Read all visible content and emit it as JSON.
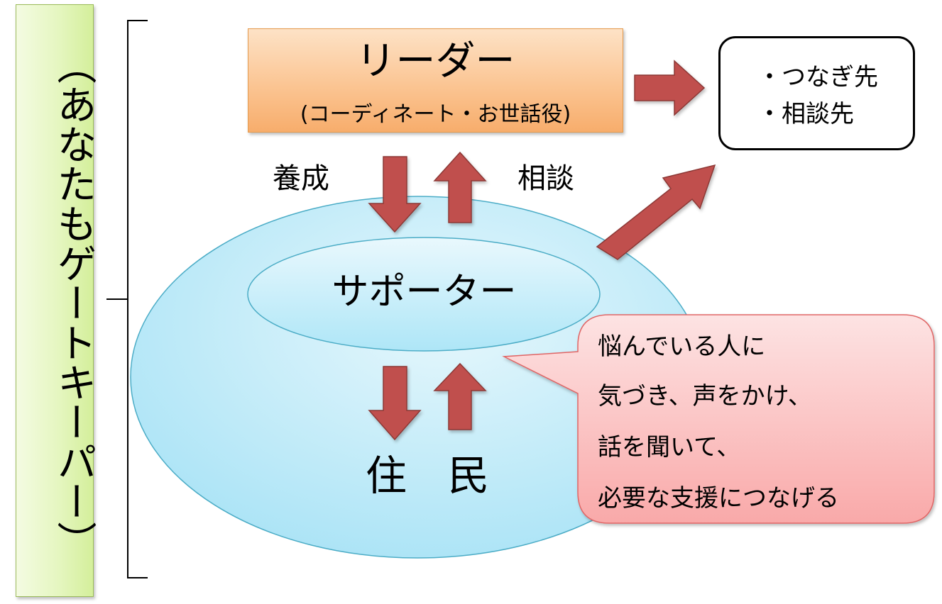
{
  "sidebar": {
    "label": "（あなたもゲートキーパー）"
  },
  "leader": {
    "title": "リーダー",
    "subtitle": "(コーディネート・お世話役)"
  },
  "destinations": {
    "items": [
      "・つなぎ先",
      "・相談先"
    ]
  },
  "flows": {
    "training": "養成",
    "consultation": "相談"
  },
  "supporter": {
    "label": "サポーター"
  },
  "residents": {
    "label": "住　民"
  },
  "callout": {
    "lines": [
      "悩んでいる人に",
      "気づき、声をかけ、",
      "話を聞いて、",
      "必要な支援につなげる"
    ]
  },
  "colors": {
    "arrow": "#c0504d",
    "outer_ellipse": "#b8e8f8",
    "sidebar": "#e5f6c0",
    "leader_box": "#fbc593",
    "callout": "#fbb7b7"
  }
}
